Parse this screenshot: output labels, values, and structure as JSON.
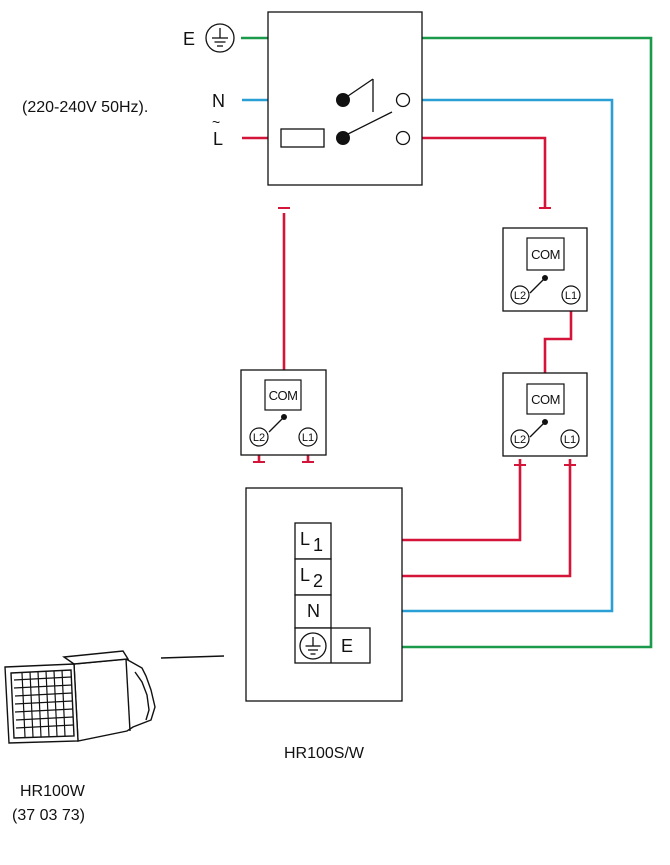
{
  "supply": {
    "earth_label": "E",
    "neutral_label": "N",
    "live_tilde": "~",
    "live_label": "L",
    "voltage": "(220-240V 50Hz)."
  },
  "switch_top": {
    "com": "COM",
    "l2": "L2",
    "l1": "L1"
  },
  "switch_middle": {
    "com": "COM",
    "l2": "L2",
    "l1": "L1"
  },
  "switch_left": {
    "com": "COM",
    "l2": "L2",
    "l1": "L1"
  },
  "controller": {
    "name": "HR100S/W",
    "terminals": [
      {
        "main": "L",
        "sub": "1"
      },
      {
        "main": "L",
        "sub": "2"
      },
      {
        "main": "N",
        "sub": ""
      },
      {
        "main": "E",
        "sub": ""
      }
    ]
  },
  "fan": {
    "model": "HR100W",
    "code": "(37 03 73)"
  },
  "colors": {
    "live": "#d5143a",
    "neutral": "#2a9fd6",
    "earth": "#1a9a4a"
  }
}
